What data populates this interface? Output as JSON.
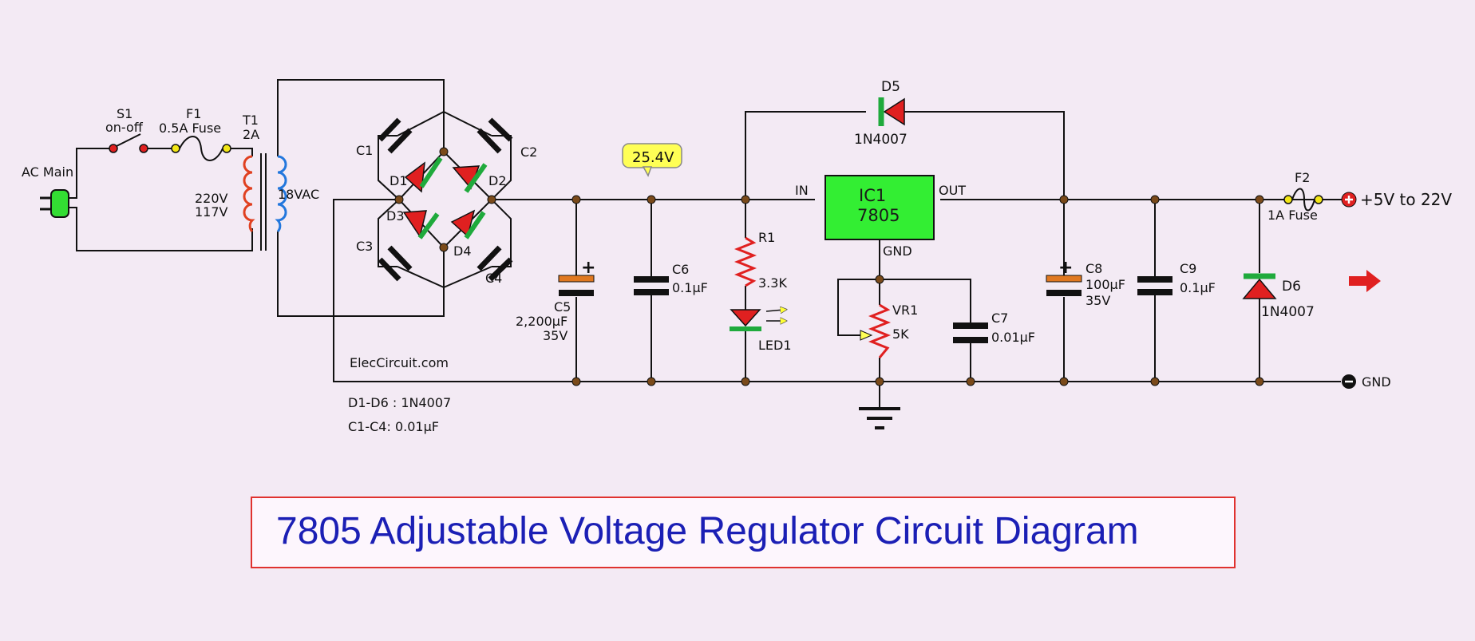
{
  "title": "7805 Adjustable Voltage Regulator Circuit Diagram",
  "watermark": "ElecCircuit.com",
  "notes": [
    "D1-D6 : 1N4007",
    "C1-C4: 0.01µF"
  ],
  "input": {
    "label": "AC Main"
  },
  "switch": {
    "name": "S1",
    "desc": "on-off"
  },
  "fuse1": {
    "name": "F1",
    "desc": "0.5A Fuse"
  },
  "fuse2": {
    "name": "F2",
    "desc": "1A Fuse"
  },
  "transformer": {
    "name": "T1",
    "rating": "2A",
    "primary1": "220V",
    "primary2": "117V",
    "secondary": "18VAC"
  },
  "bridge": {
    "caps": [
      "C1",
      "C2",
      "C3",
      "C4"
    ],
    "diodes": [
      "D1",
      "D2",
      "D3",
      "D4"
    ]
  },
  "c5": {
    "name": "C5",
    "value": "2,200µF",
    "voltage": "35V"
  },
  "c6": {
    "name": "C6",
    "value": "0.1µF"
  },
  "voltage_tag": "25.4V",
  "r1": {
    "name": "R1",
    "value": "3.3K"
  },
  "led": {
    "name": "LED1"
  },
  "ic": {
    "name": "IC1",
    "part": "7805",
    "pin_in": "IN",
    "pin_out": "OUT",
    "pin_gnd": "GND"
  },
  "d5": {
    "name": "D5",
    "part": "1N4007"
  },
  "vr1": {
    "name": "VR1",
    "value": "5K"
  },
  "c7": {
    "name": "C7",
    "value": "0.01µF"
  },
  "c8": {
    "name": "C8",
    "value": "100µF",
    "voltage": "35V"
  },
  "c9": {
    "name": "C9",
    "value": "0.1µF"
  },
  "d6": {
    "name": "D6",
    "part": "1N4007"
  },
  "output": {
    "positive": "+5V to 22V",
    "ground": "GND"
  },
  "colors": {
    "wire": "#111111",
    "diode": "#e02020",
    "band": "#1faa3c",
    "ic": "#33ee33",
    "resistor": "#e02020",
    "electrolytic": "#e07820",
    "node": "#7a4a1a",
    "tag": "#ffff55",
    "title": "#1b1fb5",
    "title_border": "#e0322f"
  }
}
